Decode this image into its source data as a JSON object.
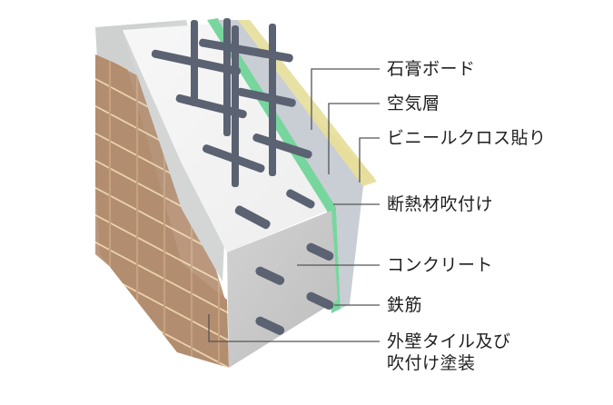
{
  "diagram": {
    "type": "wall-cross-section",
    "colors": {
      "tile": "#b08a6c",
      "tile_joint": "#e6cfa8",
      "concrete": "#c9c9c9",
      "concrete_top": "#f4f4f4",
      "insulation_green": "#5fd08a",
      "air_layer": "#c7cbd3",
      "gypsum_board": "#d6d9e0",
      "vinyl_cloth": "#e9e3a6",
      "rebar": "#5a6170",
      "leader_line": "#555555",
      "text": "#1e1e1e"
    },
    "labels": [
      {
        "id": "gypsum-board",
        "text": "石膏ボード"
      },
      {
        "id": "air-layer",
        "text": "空気層"
      },
      {
        "id": "vinyl-cloth",
        "text": "ビニールクロス貼り"
      },
      {
        "id": "insulation",
        "text": "断熱材吹付け"
      },
      {
        "id": "concrete",
        "text": "コンクリート"
      },
      {
        "id": "rebar",
        "text": "鉄筋"
      },
      {
        "id": "exterior",
        "text": "外壁タイル及び\n吹付け塗装"
      }
    ]
  }
}
